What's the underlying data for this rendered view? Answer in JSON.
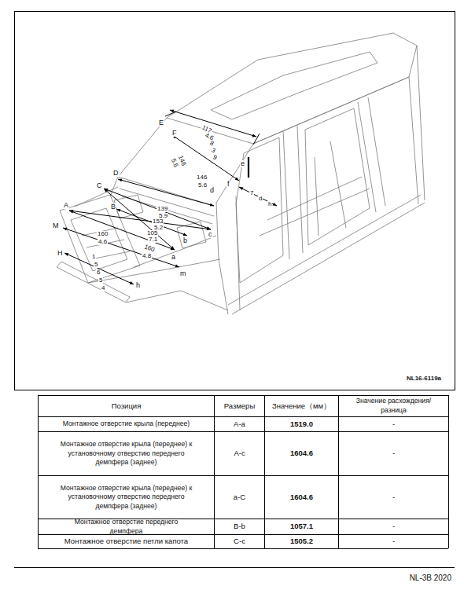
{
  "diagram": {
    "labels": [
      "E",
      "F",
      "117",
      "4.6",
      "8",
      "3",
      "9",
      "146",
      "5.6",
      "e",
      "f",
      "D",
      "C",
      "146",
      "5.6",
      "B",
      "A",
      "139",
      "5.9",
      "153",
      "5.2",
      "105",
      "7.1",
      "M",
      "160",
      "4.6",
      "d",
      "c",
      "b",
      "160",
      "4.8",
      "a",
      "H",
      "1",
      "5",
      "6",
      "5",
      "4",
      "m",
      "h",
      "7",
      "d",
      "h",
      "NL16-6119a",
      "Позиция",
      "Размеры",
      "Значение（мм）",
      "Значение расхождения/ разница",
      "Монтажное отверстие крыла (переднее)",
      "A-a",
      "1519.0",
      "-",
      "Монтажное отверстие крыла (переднее) к установочному отверстию переднего демпфера (заднее)",
      "A-c",
      "1604.6",
      "-",
      "Монтажное отверстие крыла (переднее) к установочному отверстию переднего демпфера (заднее)",
      "a-C",
      "1604.6",
      "-",
      "Монтажное отверстие переднего демпфера",
      "B-b",
      "1057.1",
      "-",
      "Монтажное отверстие петли капота",
      "C-c",
      "1505.2",
      "-",
      "NL-3B 2020"
    ]
  }
}
